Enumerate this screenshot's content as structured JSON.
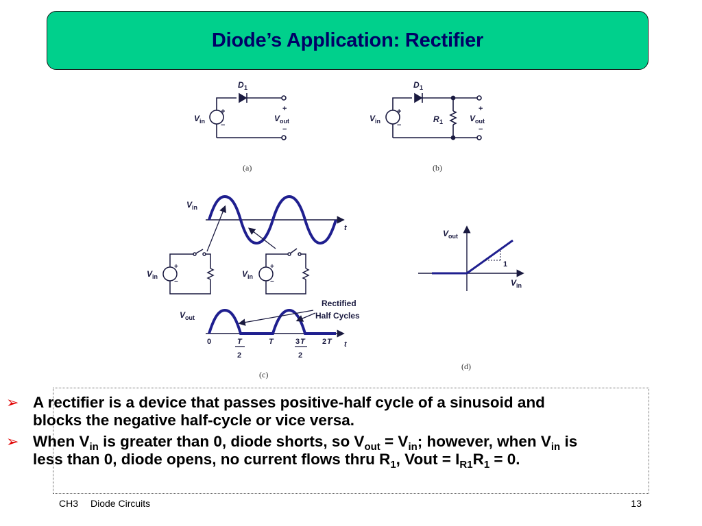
{
  "title": "Diode’s Application:  Rectifier",
  "circuit_a": {
    "diode_label": "D",
    "diode_sub": "1",
    "vin": "V",
    "vin_sub": "in",
    "vout": "V",
    "vout_sub": "out",
    "plus": "+",
    "minus": "−",
    "caption": "(a)"
  },
  "circuit_b": {
    "diode_label": "D",
    "diode_sub": "1",
    "r_label": "R",
    "r_sub": "1",
    "vin": "V",
    "vin_sub": "in",
    "vout": "V",
    "vout_sub": "out",
    "caption": "(b)"
  },
  "waveform_c": {
    "vin": "V",
    "vin_sub": "in",
    "t": "t",
    "vout": "V",
    "vout_sub": "out",
    "annotation_line1": "Rectified",
    "annotation_line2": "Half Cycles",
    "tick_0": "0",
    "tick_T_half_num": "T",
    "tick_T_half_den": "2",
    "tick_T": "T",
    "tick_3T_half_num_coef": "3",
    "tick_3T_half_num": "T",
    "tick_3T_half_den": "2",
    "tick_2T_coef": "2",
    "tick_2T": "T",
    "caption": "(c)"
  },
  "graph_d": {
    "vout": "V",
    "vout_sub": "out",
    "vin": "V",
    "vin_sub": "in",
    "slope": "1",
    "caption": "(d)"
  },
  "bullets": {
    "b1": "A rectifier is a device that passes positive-half cycle of a sinusoid and blocks the negative half-cycle or vice versa.",
    "b2_p1": "When V",
    "b2_s1": "in",
    "b2_p2": " is greater than 0, diode shorts, so V",
    "b2_s2": "out",
    "b2_p3": " = V",
    "b2_s3": "in",
    "b2_p4": "; however, when V",
    "b2_s4": "in",
    "b2_p5": " is less than 0, diode opens, no current flows thru R",
    "b2_s5": "1",
    "b2_p6": ", Vout = I",
    "b2_s6": "R1",
    "b2_p7": "R",
    "b2_s7": "1",
    "b2_p8": " = 0."
  },
  "footer": {
    "chapter": "CH3",
    "course": "Diode Circuits",
    "page": "13"
  },
  "colors": {
    "accent": "#00d08c",
    "title_text": "#000066",
    "wave": "#1f1f8f",
    "bullet_arrow": "#e00000"
  }
}
